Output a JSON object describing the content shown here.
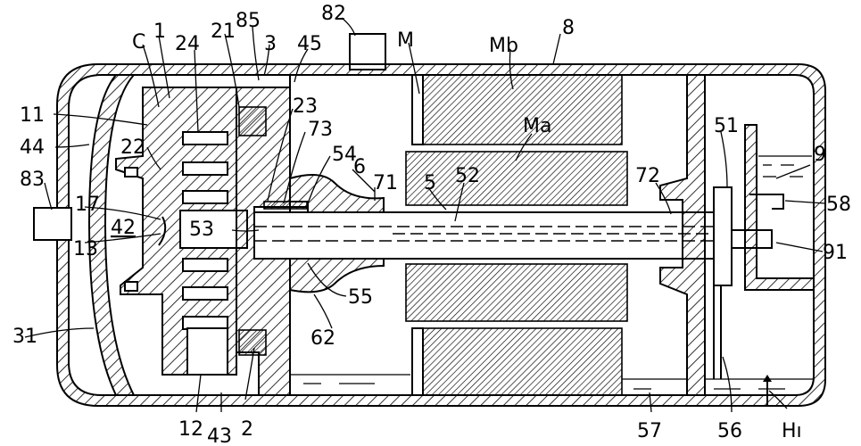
{
  "figure": {
    "labels": {
      "l82": "82",
      "l8": "8",
      "lM": "M",
      "lMb": "Mb",
      "lC": "C",
      "l1": "1",
      "l24": "24",
      "l21": "21",
      "l85": "85",
      "l3": "3",
      "l45": "45",
      "l11": "11",
      "l44": "44",
      "l23": "23",
      "l73": "73",
      "l54": "54",
      "lMa": "Ma",
      "l22": "22",
      "l6": "6",
      "l71": "71",
      "l5": "5",
      "l52": "52",
      "l72": "72",
      "l51": "51",
      "l9": "9",
      "l83": "83",
      "l17": "17",
      "l42": "42",
      "l53": "53",
      "l13": "13",
      "l58": "58",
      "l91": "91",
      "l55": "55",
      "l31": "31",
      "l62": "62",
      "l12": "12",
      "l43": "43",
      "l2": "2",
      "l57": "57",
      "l56": "56",
      "lH1": "Hı"
    }
  }
}
